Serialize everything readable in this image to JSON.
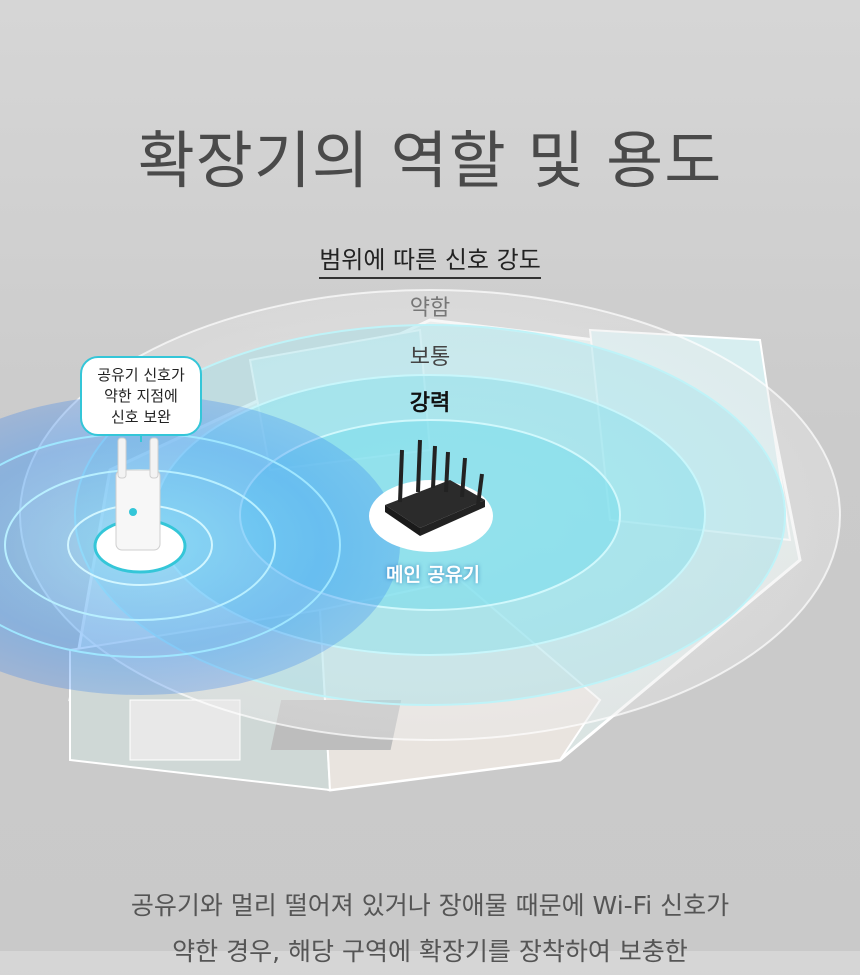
{
  "page": {
    "title": "확장기의 역할 및 용도",
    "subtitle": "범위에 따른 신호 강도",
    "strength_levels": {
      "weak": "약함",
      "normal": "보통",
      "strong": "강력"
    },
    "extender_callout": "공유기 신호가\n약한 지점에\n신호 보완",
    "router_label": "메인 공유기",
    "description": "공유기와 멀리 떨어져 있거나 장애물 때문에 Wi-Fi 신호가\n약한 경우, 해당 구역에 확장기를 장착하여 보충한"
  },
  "colors": {
    "signal": "#20b8e6",
    "extender_signal": "#2a7cf0",
    "accent": "#34c6d8"
  }
}
